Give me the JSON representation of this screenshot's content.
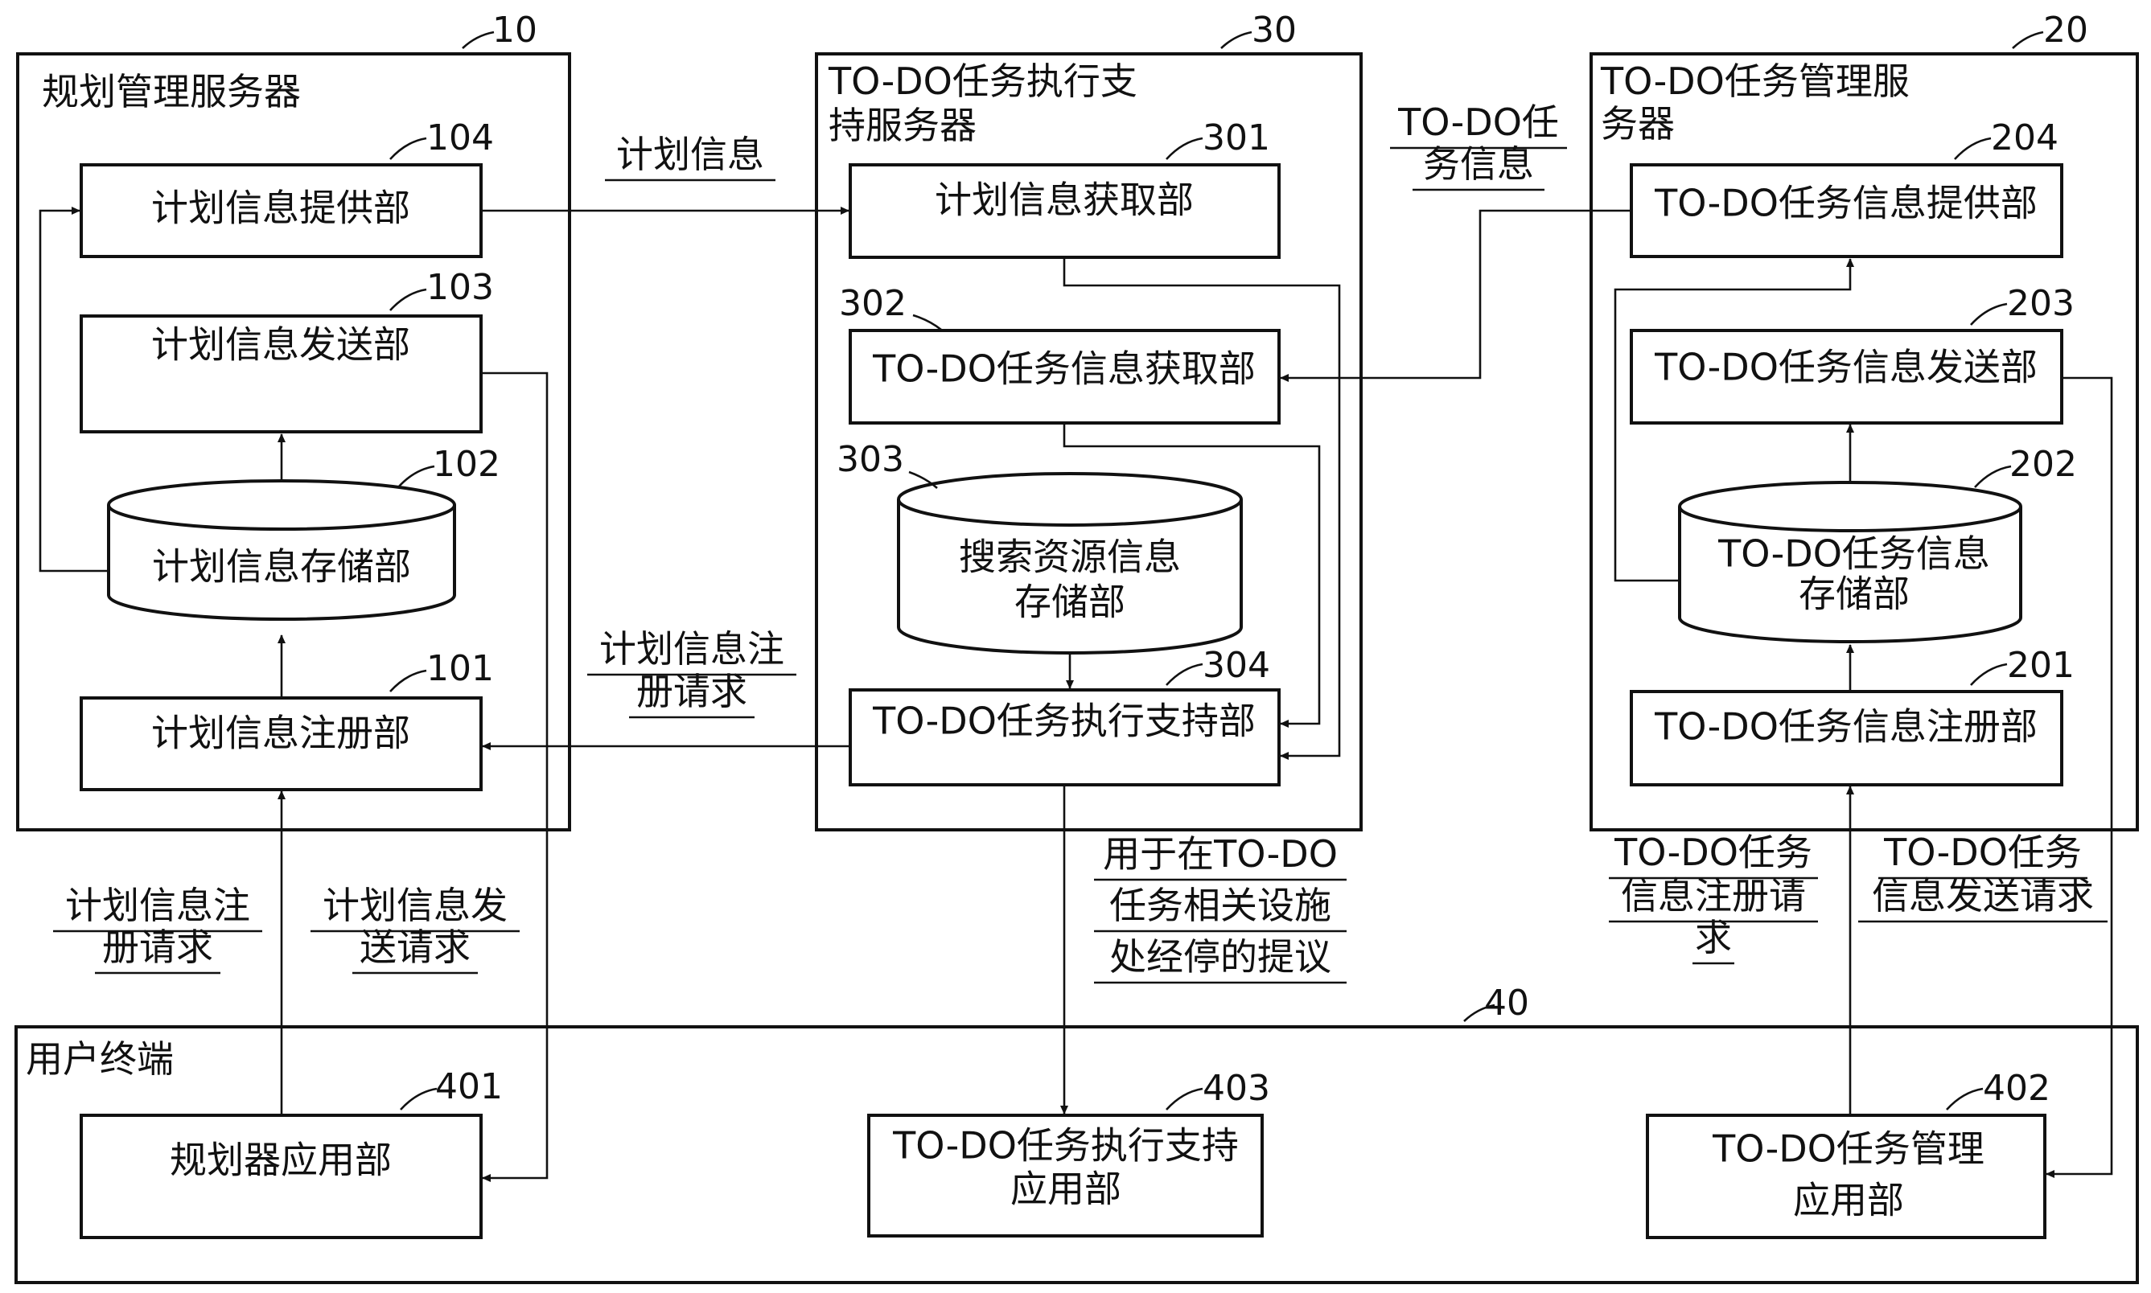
{
  "servers": {
    "planning": {
      "ref": "10",
      "title": [
        "规划管理服务器"
      ]
    },
    "support": {
      "ref": "30",
      "title": [
        "TO-DO任务执行支",
        "持服务器"
      ]
    },
    "todo": {
      "ref": "20",
      "title": [
        "TO-DO任务管理服",
        "务器"
      ]
    },
    "terminal": {
      "ref": "40",
      "title": [
        "用户终端"
      ]
    }
  },
  "units": {
    "u104": {
      "ref": "104",
      "label": [
        "计划信息提供部"
      ]
    },
    "u103": {
      "ref": "103",
      "label": [
        "计划信息发送部"
      ]
    },
    "u102": {
      "ref": "102",
      "label": [
        "计划信息存储部"
      ]
    },
    "u101": {
      "ref": "101",
      "label": [
        "计划信息注册部"
      ]
    },
    "u301": {
      "ref": "301",
      "label": [
        "计划信息获取部"
      ]
    },
    "u302": {
      "ref": "302",
      "label": [
        "TO-DO任务信息获取部"
      ]
    },
    "u303": {
      "ref": "303",
      "label": [
        "搜索资源信息",
        "存储部"
      ]
    },
    "u304": {
      "ref": "304",
      "label": [
        "TO-DO任务执行支持部"
      ]
    },
    "u204": {
      "ref": "204",
      "label": [
        "TO-DO任务信息提供部"
      ]
    },
    "u203": {
      "ref": "203",
      "label": [
        "TO-DO任务信息发送部"
      ]
    },
    "u202": {
      "ref": "202",
      "label": [
        "TO-DO任务信息",
        "存储部"
      ]
    },
    "u201": {
      "ref": "201",
      "label": [
        "TO-DO任务信息注册部"
      ]
    },
    "u401": {
      "ref": "401",
      "label": [
        "规划器应用部"
      ]
    },
    "u403": {
      "ref": "403",
      "label": [
        "TO-DO任务执行支持",
        "应用部"
      ]
    },
    "u402": {
      "ref": "402",
      "label": [
        "TO-DO任务管理",
        "应用部"
      ]
    }
  },
  "flows": {
    "plan_info": [
      "计划信息"
    ],
    "todo_info": [
      "TO-DO任",
      "务信息"
    ],
    "plan_reg_request_mid": [
      "计划信息注",
      "册请求"
    ],
    "plan_reg_request_left": [
      "计划信息注",
      "册请求"
    ],
    "plan_send_request": [
      "计划信息发",
      "送请求"
    ],
    "proposal": [
      "用于在TO-DO",
      "任务相关设施",
      "处经停的提议"
    ],
    "todo_reg_request": [
      "TO-DO任务",
      "信息注册请",
      "求"
    ],
    "todo_send_request": [
      "TO-DO任务",
      "信息发送请求"
    ]
  }
}
